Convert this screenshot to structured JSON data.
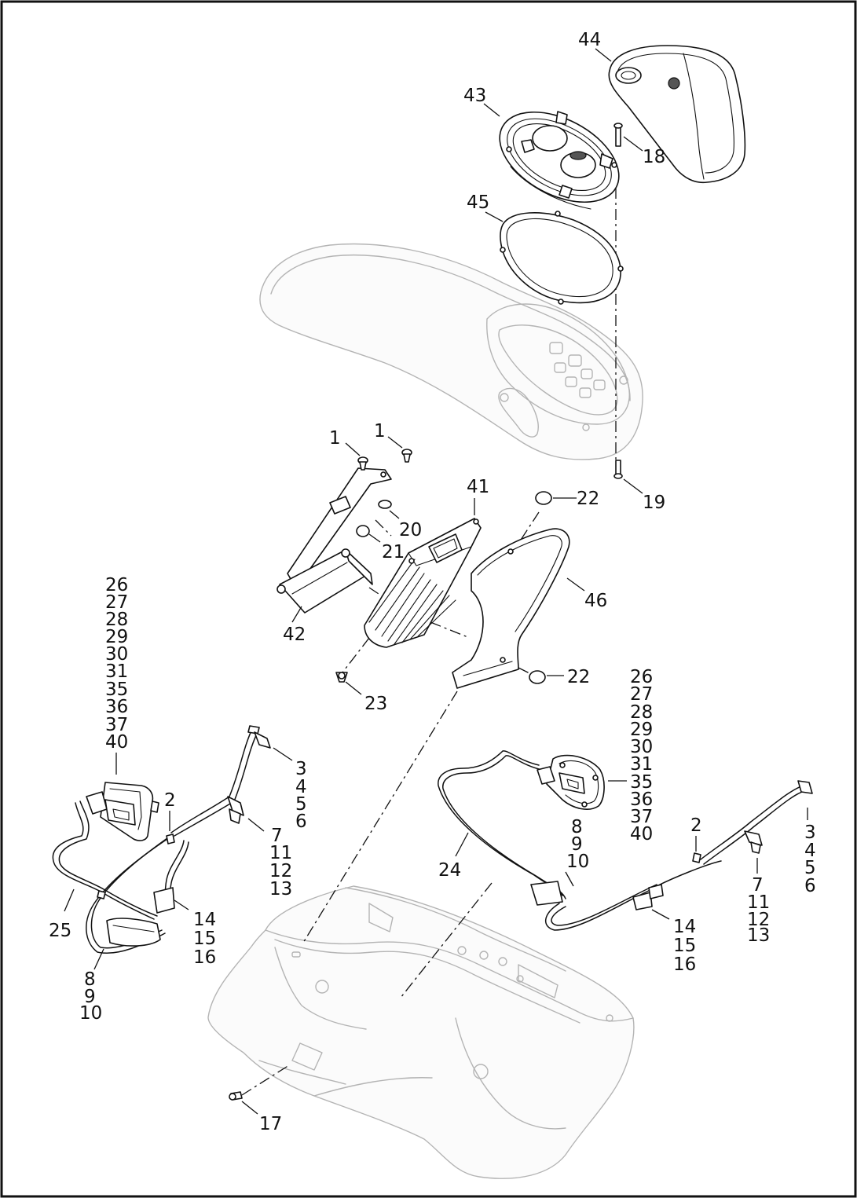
{
  "callouts": {
    "c44": "44",
    "c43": "43",
    "c18": "18",
    "c45": "45",
    "c19": "19",
    "c1a": "1",
    "c1b": "1",
    "c41": "41",
    "c22a": "22",
    "c20": "20",
    "c21": "21",
    "c46": "46",
    "c42": "42",
    "c22b": "22",
    "c23": "23",
    "c2a": "2",
    "c3_6a": [
      "3",
      "4",
      "5",
      "6"
    ],
    "c7_13a": [
      "7",
      "11",
      "12",
      "13"
    ],
    "c14_16a": [
      "14",
      "15",
      "16"
    ],
    "c25": "25",
    "c8_10a": [
      "8",
      "9",
      "10"
    ],
    "c26_40a": [
      "26",
      "27",
      "28",
      "29",
      "30",
      "31",
      "35",
      "36",
      "37",
      "40"
    ],
    "c26_40b": [
      "26",
      "27",
      "28",
      "29",
      "30",
      "31",
      "35",
      "36",
      "37",
      "40"
    ],
    "c8_10b": [
      "8",
      "9",
      "10"
    ],
    "c24": "24",
    "c2b": "2",
    "c3_6b": [
      "3",
      "4",
      "5",
      "6"
    ],
    "c7_13b": [
      "7",
      "11",
      "12",
      "13"
    ],
    "c14_16b": [
      "14",
      "15",
      "16"
    ],
    "c17": "17"
  }
}
